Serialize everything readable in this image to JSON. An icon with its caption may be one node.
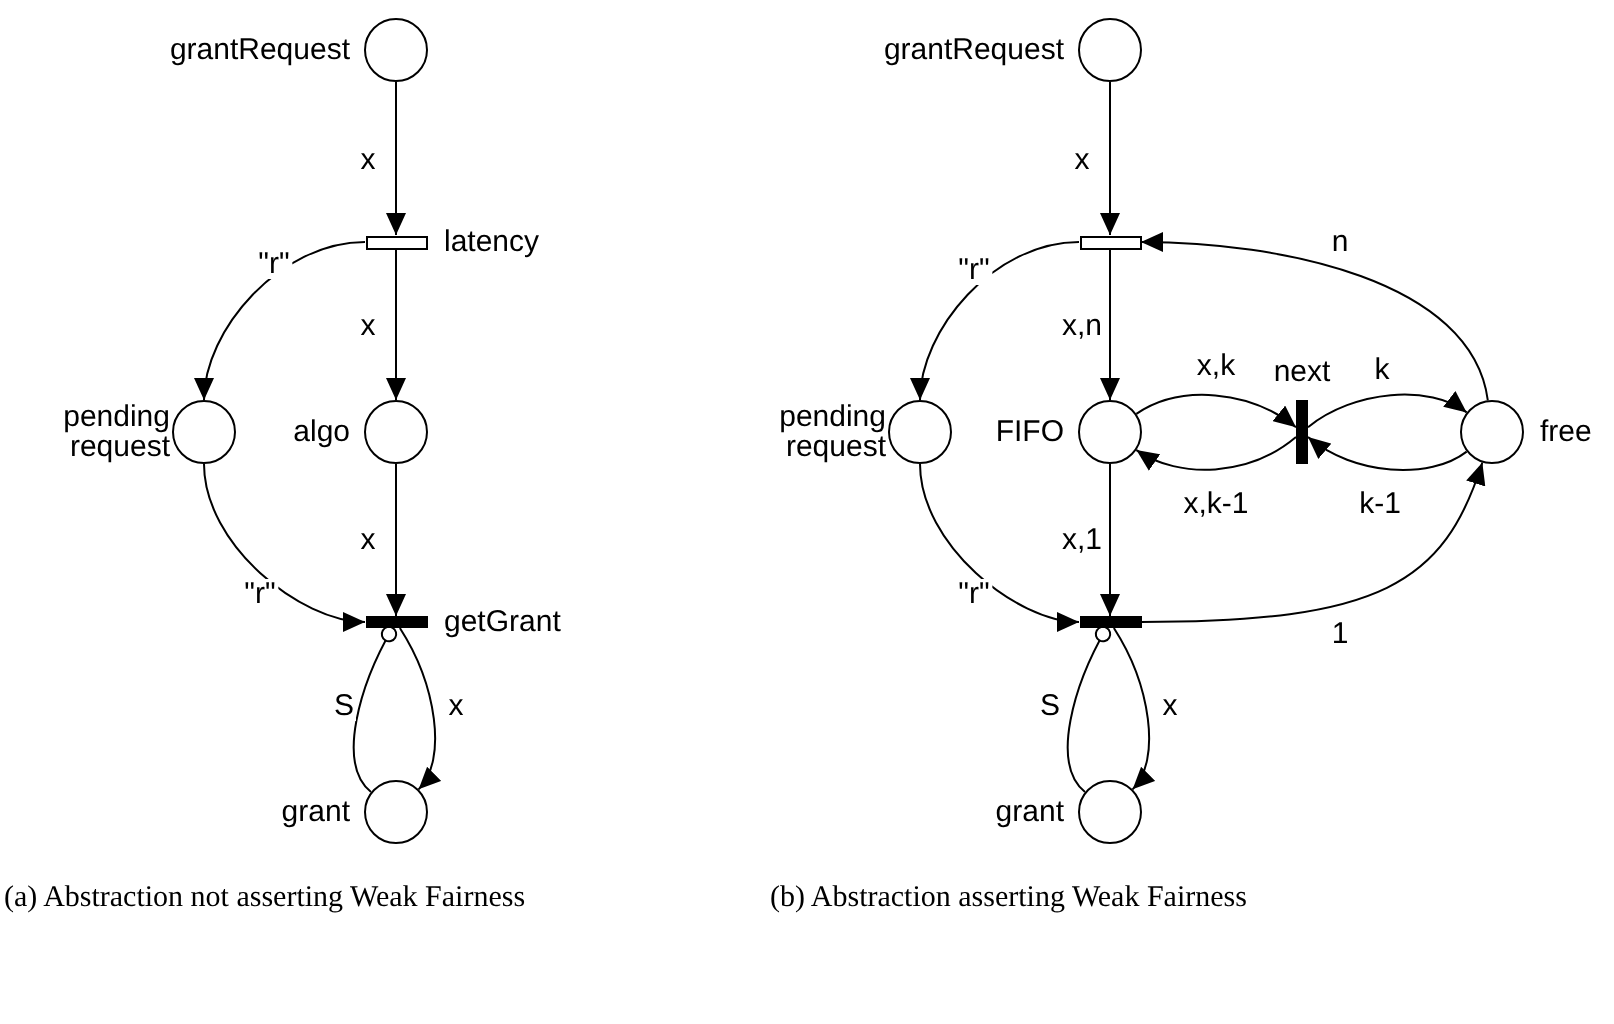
{
  "diagram": {
    "nodes": [
      {
        "text": [],
        "shape": "circle",
        "beside": [
          "grantRequest"
        ]
      },
      {
        "text": [],
        "shape": "box",
        "beside": [
          "latency"
        ]
      },
      {
        "text": [],
        "shape": "circle",
        "beside": [
          "pending request"
        ]
      },
      {
        "text": [],
        "shape": "circle",
        "beside": [
          "algo"
        ]
      },
      {
        "text": [],
        "shape": "bar",
        "beside": [
          "getGrant"
        ]
      },
      {
        "text": [],
        "shape": "circle",
        "beside": [
          "grant"
        ]
      },
      {
        "text": [],
        "shape": "circle",
        "beside": [
          "grantRequest"
        ]
      },
      {
        "text": [],
        "shape": "box"
      },
      {
        "text": [],
        "shape": "circle",
        "beside": [
          "pending request"
        ]
      },
      {
        "text": [],
        "shape": "circle",
        "beside": [
          "FIFO"
        ]
      },
      {
        "text": [],
        "shape": "bar",
        "beside": [
          "next"
        ]
      },
      {
        "text": [],
        "shape": "circle",
        "beside": [
          "free"
        ]
      },
      {
        "text": [],
        "shape": "bar"
      },
      {
        "text": [],
        "shape": "circle",
        "beside": [
          "grant"
        ]
      }
    ],
    "edges": [
      {
        "from": 0,
        "to": 1,
        "arrow": "to",
        "label": "x"
      },
      {
        "from": 1,
        "to": 2,
        "arrow": "to",
        "label": "\"r\""
      },
      {
        "from": 1,
        "to": 3,
        "arrow": "to",
        "label": "x"
      },
      {
        "from": 3,
        "to": 4,
        "arrow": "to",
        "label": "x"
      },
      {
        "from": 2,
        "to": 4,
        "arrow": "to",
        "label": "\"r\""
      },
      {
        "from": 5,
        "to": 4,
        "arrow": "other",
        "label": "S"
      },
      {
        "from": 4,
        "to": 5,
        "arrow": "to",
        "label": "x"
      },
      {
        "from": 6,
        "to": 7,
        "arrow": "to",
        "label": "x"
      },
      {
        "from": 7,
        "to": 8,
        "arrow": "to",
        "label": "\"r\""
      },
      {
        "from": 7,
        "to": 9,
        "arrow": "to",
        "label": "x,n"
      },
      {
        "from": 11,
        "to": 7,
        "arrow": "to",
        "label": "n"
      },
      {
        "from": 9,
        "to": 10,
        "arrow": "to",
        "label": "x,k"
      },
      {
        "from": 10,
        "to": 9,
        "arrow": "to",
        "label": "x,k-1"
      },
      {
        "from": 10,
        "to": 11,
        "arrow": "to",
        "label": "k"
      },
      {
        "from": 11,
        "to": 10,
        "arrow": "to",
        "label": "k-1"
      },
      {
        "from": 9,
        "to": 12,
        "arrow": "to",
        "label": "x,1"
      },
      {
        "from": 8,
        "to": 12,
        "arrow": "to",
        "label": "\"r\""
      },
      {
        "from": 13,
        "to": 12,
        "arrow": "other",
        "label": "S"
      },
      {
        "from": 12,
        "to": 13,
        "arrow": "to",
        "label": "x"
      },
      {
        "from": 12,
        "to": 11,
        "arrow": "to",
        "label": "1"
      }
    ],
    "labels": [
      "(a) Abstraction not asserting Weak Fairness",
      "(b) Abstraction asserting Weak Fairness"
    ]
  }
}
